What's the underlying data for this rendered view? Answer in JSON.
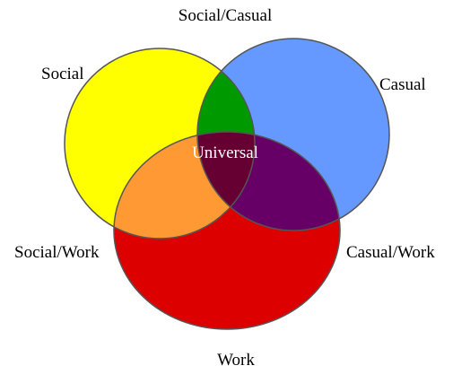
{
  "diagram": {
    "sets": [
      {
        "key": "social",
        "label": "Social",
        "color": "#ffff00"
      },
      {
        "key": "casual",
        "label": "Casual",
        "color": "#6699ff"
      },
      {
        "key": "work",
        "label": "Work",
        "color": "#dd0000"
      }
    ],
    "intersections": [
      {
        "key": "social-casual",
        "label": "Social/Casual",
        "color": "#009900"
      },
      {
        "key": "social-work",
        "label": "Social/Work",
        "color": "#ff9933"
      },
      {
        "key": "casual-work",
        "label": "Casual/Work",
        "color": "#660066"
      },
      {
        "key": "universal",
        "label": "Universal",
        "color": "#660033"
      }
    ]
  }
}
